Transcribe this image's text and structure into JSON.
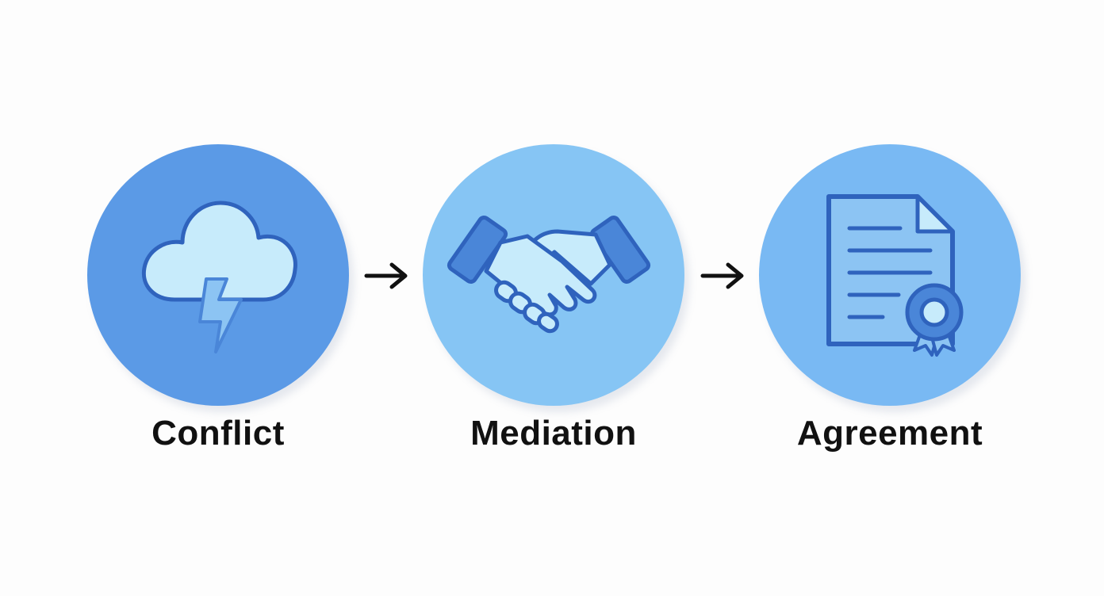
{
  "diagram": {
    "stages": [
      {
        "label": "Conflict",
        "icon": "storm-cloud-lightning-icon",
        "circle_color": "#5b9ae6"
      },
      {
        "label": "Mediation",
        "icon": "handshake-icon",
        "circle_color": "#86c5f4"
      },
      {
        "label": "Agreement",
        "icon": "certificate-document-icon",
        "circle_color": "#79b9f3"
      }
    ],
    "arrows": [
      {
        "from": "Conflict",
        "to": "Mediation",
        "icon": "arrow-right-icon"
      },
      {
        "from": "Mediation",
        "to": "Agreement",
        "icon": "arrow-right-icon"
      }
    ],
    "colors": {
      "icon_stroke": "#2f63bd",
      "icon_fill_light": "#c7ebfb",
      "icon_fill_mid": "#8cc4f3",
      "icon_fill_dark": "#4a86d8",
      "text": "#111111",
      "background": "#fdfdfd"
    }
  }
}
